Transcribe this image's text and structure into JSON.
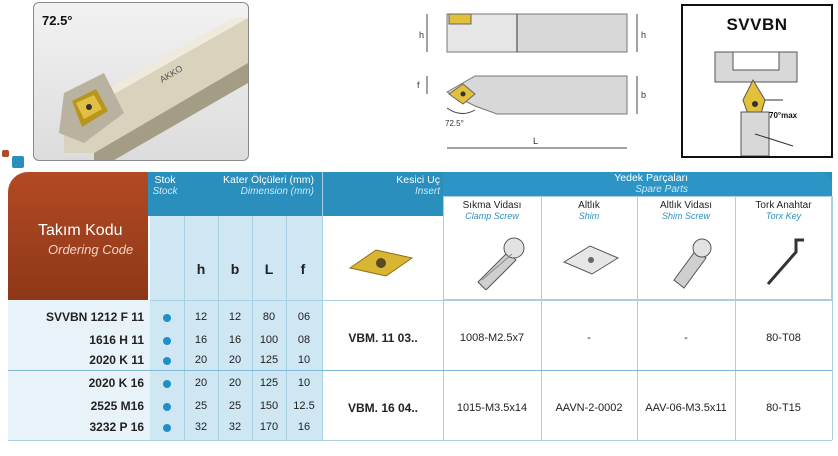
{
  "photo": {
    "angle": "72.5°",
    "brand": "AKKO"
  },
  "drawing": {
    "labels": {
      "h_left": "h",
      "h_right": "h",
      "f": "f",
      "b": "b",
      "angle": "72.5°",
      "L": "L"
    }
  },
  "sketch": {
    "title": "SVVBN",
    "max_angle": "70°max"
  },
  "table": {
    "ordering": {
      "tr": "Takım Kodu",
      "en": "Ordering Code"
    },
    "stock": {
      "tr": "Stok",
      "en": "Stock"
    },
    "dimension": {
      "tr": "Kater Ölçüleri (mm)",
      "en": "Dimension (mm)"
    },
    "dim_cols": [
      "h",
      "b",
      "L",
      "f"
    ],
    "insert": {
      "tr": "Kesici Uç",
      "en": "Insert"
    },
    "spare": {
      "tr": "Yedek Parçaları",
      "en": "Spare Parts"
    },
    "spare_cols": [
      {
        "tr": "Sıkma Vidası",
        "en": "Clamp Screw"
      },
      {
        "tr": "Altlık",
        "en": "Shim"
      },
      {
        "tr": "Altlık Vidası",
        "en": "Shim Screw"
      },
      {
        "tr": "Tork Anahtar",
        "en": "Torx Key"
      }
    ],
    "rows": [
      {
        "code": "SVVBN 1212  F 11",
        "h": "12",
        "b": "12",
        "L": "80",
        "f": "06"
      },
      {
        "code": "1616  H 11",
        "h": "16",
        "b": "16",
        "L": "100",
        "f": "08"
      },
      {
        "code": "2020  K 11",
        "h": "20",
        "b": "20",
        "L": "125",
        "f": "10"
      },
      {
        "code": "2020  K 16",
        "h": "20",
        "b": "20",
        "L": "125",
        "f": "10"
      },
      {
        "code": "2525  M16",
        "h": "25",
        "b": "25",
        "L": "150",
        "f": "12.5"
      },
      {
        "code": "3232  P 16",
        "h": "32",
        "b": "32",
        "L": "170",
        "f": "16"
      }
    ],
    "groups": [
      {
        "insert": "VBM. 11 03..",
        "clamp": "1008-M2.5x7",
        "shim": "-",
        "shim_screw": "-",
        "key": "80-T08"
      },
      {
        "insert": "VBM. 16 04..",
        "clamp": "1015-M3.5x14",
        "shim": "AAVN-2-0002",
        "shim_screw": "AAV-06-M3.5x11",
        "key": "80-T15"
      }
    ]
  }
}
